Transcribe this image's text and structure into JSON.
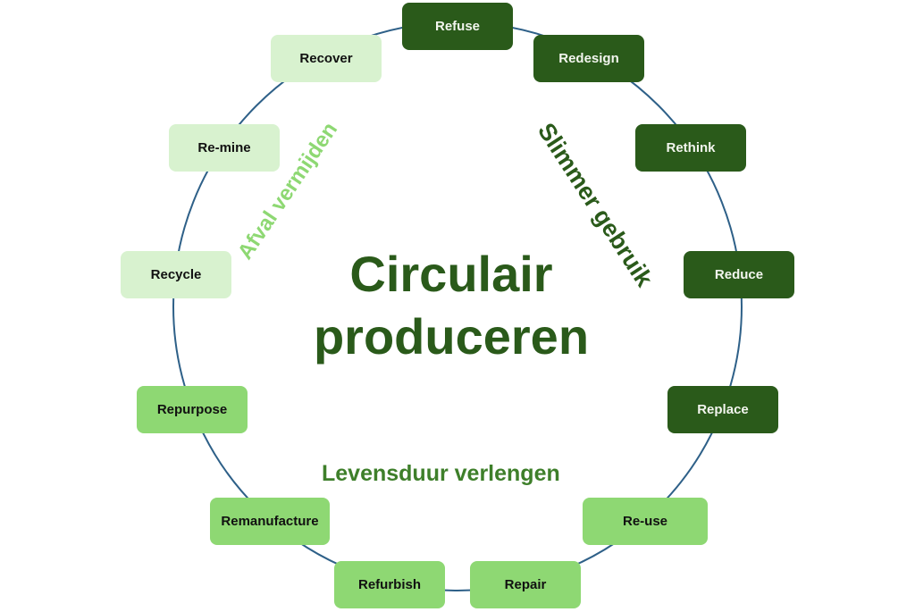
{
  "title_line1": "Circulair",
  "title_line2": "produceren",
  "categories": {
    "slimmer": "Slimmer gebruik",
    "afval": "Afval vermijden",
    "levensduur": "Levensduur verlengen"
  },
  "colors": {
    "dark_green": "#2a5a1a",
    "mid_green": "#8ed873",
    "light_green": "#d8f2cf",
    "ring": "#2e6088"
  },
  "steps": [
    {
      "label": "Refuse",
      "group": "Slimmer gebruik"
    },
    {
      "label": "Redesign",
      "group": "Slimmer gebruik"
    },
    {
      "label": "Rethink",
      "group": "Slimmer gebruik"
    },
    {
      "label": "Reduce",
      "group": "Slimmer gebruik"
    },
    {
      "label": "Replace",
      "group": "Slimmer gebruik"
    },
    {
      "label": "Re-use",
      "group": "Levensduur verlengen"
    },
    {
      "label": "Repair",
      "group": "Levensduur verlengen"
    },
    {
      "label": "Refurbish",
      "group": "Levensduur verlengen"
    },
    {
      "label": "Remanufacture",
      "group": "Levensduur verlengen"
    },
    {
      "label": "Repurpose",
      "group": "Levensduur verlengen"
    },
    {
      "label": "Recycle",
      "group": "Afval vermijden"
    },
    {
      "label": "Re-mine",
      "group": "Afval vermijden"
    },
    {
      "label": "Recover",
      "group": "Afval vermijden"
    }
  ]
}
